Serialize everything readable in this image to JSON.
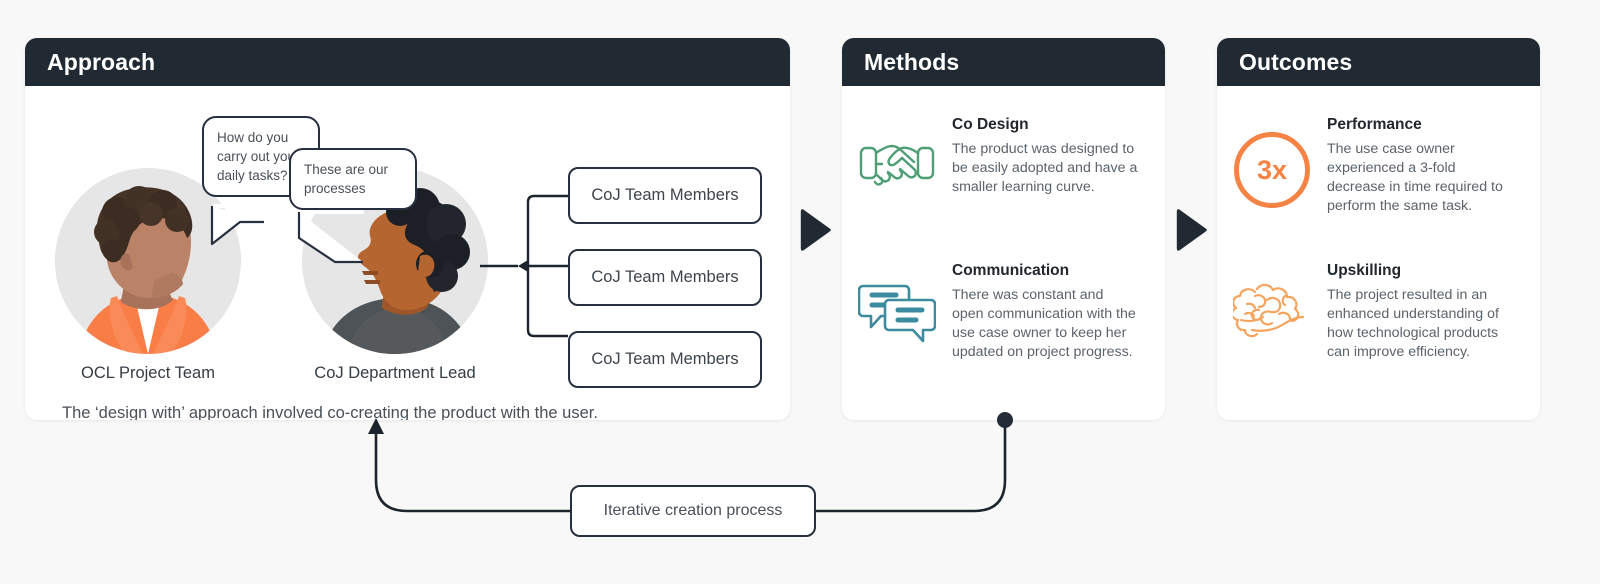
{
  "theme": {
    "background": "#f8f8f8",
    "header_bg": "#212a33",
    "header_text": "#ffffff",
    "line_color": "#26303f",
    "orange": "#f58345",
    "green": "#4f9e76",
    "teal": "#3c8b9e",
    "body_text": "#5c636b"
  },
  "panels": {
    "approach": {
      "title": "Approach",
      "bubbles": [
        {
          "id": "bubble-question",
          "text": "How do you carry out your daily tasks?"
        },
        {
          "id": "bubble-answer",
          "text": "These are our processes"
        }
      ],
      "avatars": [
        {
          "id": "avatar-ocl",
          "label": "OCL Project Team"
        },
        {
          "id": "avatar-coj",
          "label": "CoJ Department Lead"
        }
      ],
      "team_nodes": [
        "CoJ Team Members",
        "CoJ Team Members",
        "CoJ Team Members"
      ],
      "caption": "The ‘design with’ approach involved co-creating the product with the user."
    },
    "methods": {
      "title": "Methods",
      "items": [
        {
          "icon": "handshake-icon",
          "title": "Co Design",
          "desc": "The product was designed to be easily adopted and have a smaller learning curve."
        },
        {
          "icon": "speech-bubbles-icon",
          "title": "Communication",
          "desc": "There was constant and open communication with the use case owner to keep her updated on project progress."
        }
      ]
    },
    "outcomes": {
      "title": "Outcomes",
      "items": [
        {
          "icon": "three-x-badge-icon",
          "badge": "3x",
          "title": "Performance",
          "desc": "The use case owner experienced a 3-fold decrease in time required to perform the same task."
        },
        {
          "icon": "brain-icon",
          "title": "Upskilling",
          "desc": "The project resulted in an enhanced understanding of how technological products can improve efficiency."
        }
      ]
    }
  },
  "loop": {
    "label": "Iterative creation process"
  }
}
